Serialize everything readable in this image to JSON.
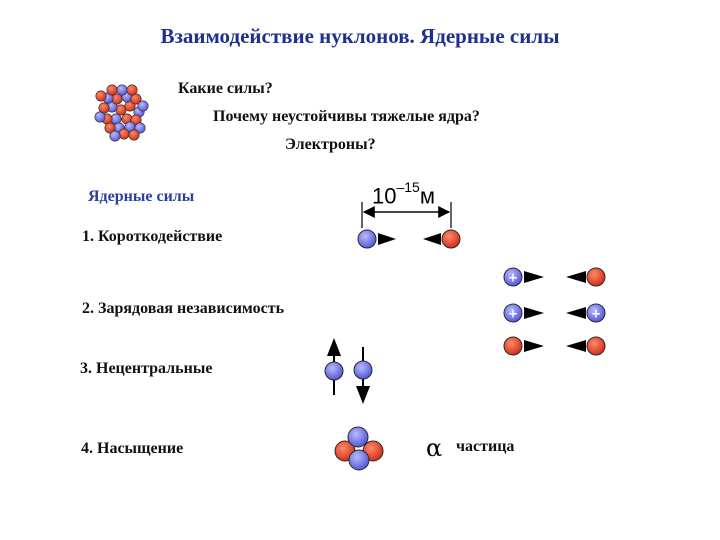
{
  "title": "Взаимодействие нуклонов. Ядерные силы",
  "questions": {
    "q1": "Какие силы?",
    "q2": "Почему неустойчивы тяжелые ядра?",
    "q3": "Электроны?"
  },
  "section_heading": "Ядерные силы",
  "scale_label": {
    "base": "10",
    "exponent": "–15",
    "unit": "м"
  },
  "properties": [
    "1. Короткодействие",
    "2. Зарядовая независимость",
    "3. Нецентральные",
    "4. Насыщение"
  ],
  "alpha": {
    "symbol": "α",
    "label": "частица"
  },
  "proton_sign": "+",
  "colors": {
    "title": "#1f2f8f",
    "heading": "#2a3fa0",
    "neutron": "#6f72e8",
    "proton": "#e63b22",
    "outline": "#2a2a2a"
  }
}
